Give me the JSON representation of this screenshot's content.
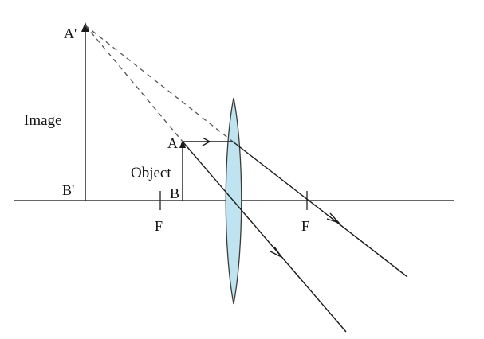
{
  "diagram": {
    "labels": {
      "image_top": "A'",
      "image_bottom": "B'",
      "image_name": "Image",
      "object_top": "A",
      "object_bottom": "B",
      "object_name": "Object",
      "focal_left": "F",
      "focal_right": "F"
    },
    "colors": {
      "lens_fill": "#bfe3ef",
      "lens_stroke": "#3c3c3c",
      "ray": "#1a1a1a",
      "dashed": "#555555"
    }
  }
}
